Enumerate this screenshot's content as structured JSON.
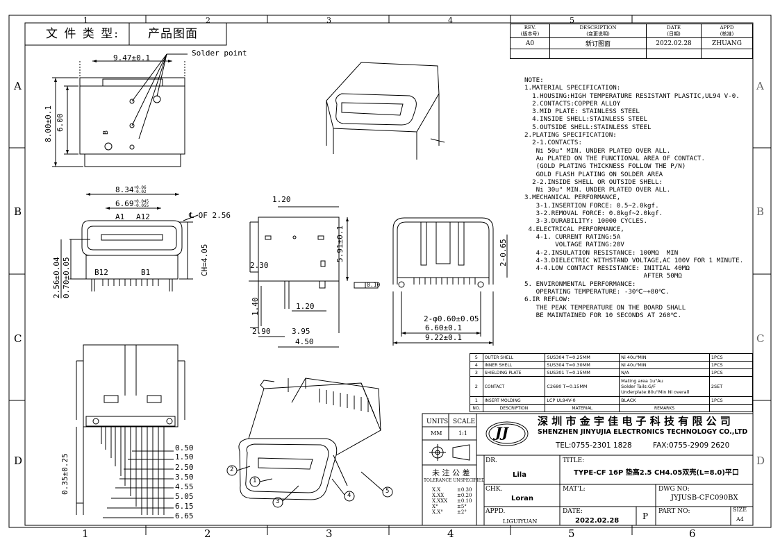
{
  "frame": {
    "cols": [
      "1",
      "2",
      "3",
      "4",
      "5",
      "6"
    ],
    "rows": [
      "A",
      "B",
      "C",
      "D"
    ]
  },
  "header": {
    "doc_type_label": "文 件 类 型:",
    "doc_type_value": "产品图面"
  },
  "revision": {
    "headers": [
      {
        "en": "REV.",
        "cn": "(版本号)"
      },
      {
        "en": "DESCRIPTION",
        "cn": "(变更说明)"
      },
      {
        "en": "DATE",
        "cn": "(日期)"
      },
      {
        "en": "APPD",
        "cn": "(核准)"
      }
    ],
    "rows": [
      {
        "rev": "A0",
        "desc": "新订图面",
        "date": "2022.02.28",
        "appd": "ZHUANG"
      }
    ]
  },
  "notes": [
    "NOTE:",
    "1.MATERIAL SPECIFICATION:",
    "  1.HOUSING:HIGH TEMPERATURE RESISTANT PLASTIC,UL94 V-0.",
    "  2.CONTACTS:COPPER ALLOY",
    "  3.MID PLATE: STAINLESS STEEL",
    "  4.INSIDE SHELL:STAINLESS STEEL",
    "  5.OUTSIDE SHELL:STAINLESS STEEL",
    "2.PLATING SPECIFICATION:",
    "  2-1.CONTACTS:",
    "   Ni 50u\" MIN. UNDER PLATED OVER ALL.",
    "   Au PLATED ON THE FUNCTIONAL AREA OF CONTACT.",
    "   (GOLD PLATING THICKNESS FOLLOW THE P/N)",
    "   GOLD FLASH PLATING ON SOLDER AREA",
    "  2-2.INSIDE SHELL OR OUTSIDE SHELL:",
    "   Ni 30u\" MIN. UNDER PLATED OVER ALL.",
    "3.MECHANICAL PERFORMANCE,",
    "   3-1.INSERTION FORCE: 0.5~2.0kgf.",
    "   3-2.REMOVAL FORCE: 0.8kgf~2.0kgf.",
    "   3-3.DURABILITY: 10000 CYCLES.",
    " 4.ELECTRICAL PERFORMANCE,",
    "   4-1. CURRENT RATING:5A",
    "        VOLTAGE RATING:20V",
    "   4-2.INSULATION RESISTANCE: 100MΩ  MIN",
    "   4-3.DIELECTRIC WITHSTAND VOLTAGE,AC 100V FOR 1 MINUTE.",
    "   4-4.LOW CONTACT RESISTANCE: INITIAL 40MΩ",
    "                               AFTER 50MΩ",
    "5. ENVIRONMENTAL PERFORMANCE:",
    "   OPERATING TEMPERATURE: -30℃~+80℃.",
    "6.IR REFLOW:",
    "   THE PEAK TEMPERATURE ON THE BOARD SHALL",
    "   BE MAINTAINED FOR 10 SECONDS AT 260℃."
  ],
  "bom": {
    "rows": [
      {
        "no": "5",
        "desc": "OUTER SHELL",
        "material": "SUS304  T=0.25MM",
        "remarks": "Ni 40u\"MIN",
        "qty": "1PCS"
      },
      {
        "no": "4",
        "desc": "INNER SHELL",
        "material": "SUS304  T=0.30MM",
        "remarks": "Ni 40u\"MIN",
        "qty": "1PCS"
      },
      {
        "no": "3",
        "desc": "SHIELDING PLATE",
        "material": "SUS301  T=0.15MM",
        "remarks": "N/A",
        "qty": "1PCS"
      },
      {
        "no": "2",
        "desc": "CONTACT",
        "material": "C2680  T=0.15MM",
        "remarks": "Mating area 1u\"Au\nSolder Tails:G/F\nUnderplate:80u\"Min Ni overall",
        "qty": "2SET"
      },
      {
        "no": "1",
        "desc": "INSERT MOLDING",
        "material": "LCP  UL94V-0",
        "remarks": "BLACK",
        "qty": "1PCS"
      }
    ],
    "header": {
      "no": "NO.",
      "desc": "DESCRIPTION",
      "material": "MATERIAL",
      "remarks": "REMARKS"
    }
  },
  "title_block": {
    "units_label": "UNITS",
    "units": "MM",
    "scale_label": "SCALE",
    "scale": "1:1",
    "company_cn": "深 圳 市 金 宇 佳 电 子 科 技 有 限 公 司",
    "company_en": "SHENZHEN JINYUJIA ELECTRONICS TECHNOLOGY CO.,LTD",
    "tel": "TEL:0755-2301 1828",
    "fax": "FAX:0755-2909 2620",
    "tol_cn": "未 注 公 差",
    "tol_en": "TOLERANCE UNSPECIFIED",
    "tolerances": [
      {
        "k": "X.X",
        "v": "±0.30"
      },
      {
        "k": "X.XX",
        "v": "±0.20"
      },
      {
        "k": "X.XXX",
        "v": "±0.10"
      },
      {
        "k": "X°",
        "v": "±5°"
      },
      {
        "k": "X.X°",
        "v": "±2°"
      }
    ],
    "dr_label": "DR.",
    "dr": "Lila",
    "chk_label": "CHK.",
    "chk": "Loran",
    "appd_label": "APPD.",
    "appd": "LIGUIYUAN",
    "title_label": "TITLE:",
    "title": "TYPE-CF 16P 垫高2.5 CH4.05双壳(L=8.0)平口",
    "matl_label": "MAT'L:",
    "dwg_label": "DWG NO:",
    "dwg": "JYJUSB-CFC090BX",
    "date_label": "DATE:",
    "date": "2022.02.28",
    "p": "P",
    "part_label": "PART NO:",
    "size_label": "SIZE",
    "size": "A4"
  },
  "dims": {
    "top_width": "9.47±0.1",
    "solder": "Solder point",
    "h800": "8.00±0.1",
    "h600": "6.00",
    "w834": "8.34",
    "w834_tol_up": "+0.06",
    "w834_tol_dn": "-0.02",
    "w669": "6.69",
    "w669_tol_up": "+0.045",
    "w669_tol_dn": "-0.055",
    "cl": "℄ OF 2.56",
    "a1": "A1",
    "a12": "A12",
    "b12": "B12",
    "b1": "B1",
    "b": "B",
    "ch": "CH=4.05",
    "h256": "2.56±0.04",
    "h070": "0.70±0.05",
    "s120a": "1.20",
    "s230": "2.30",
    "s591": "5.91±0.1",
    "flat": "0.10",
    "s140": "1.40",
    "s120b": "1.20",
    "s290": "2.90",
    "s395": "3.95",
    "s450": "4.50",
    "r065": "2-0.65",
    "r060": "2-φ0.60±0.05",
    "r660": "6.60±0.1",
    "r922": "9.22±0.1",
    "p035": "0.35±0.25",
    "pitch": [
      "0.50",
      "1.50",
      "2.50",
      "3.50",
      "4.55",
      "5.05",
      "6.15",
      "6.65"
    ],
    "balloons": [
      "1",
      "2",
      "3",
      "4",
      "5"
    ]
  }
}
